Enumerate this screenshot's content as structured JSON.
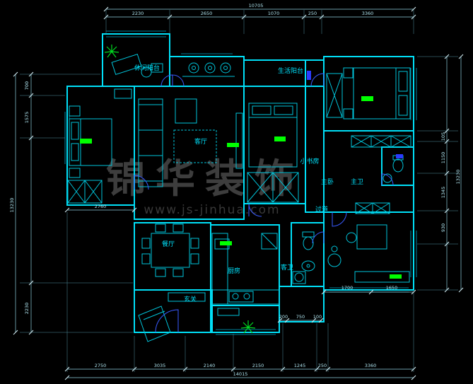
{
  "colors": {
    "background": "#000000",
    "walls": "#00e0f8",
    "furniture": "#00c4da",
    "dimension_lines": "#8fd0e0",
    "dimension_text": "#aee3ee",
    "room_labels": "#00e5ff",
    "highlight_green": "#00ff00",
    "door_blue": "#3a5bff",
    "watermark": "#3d3d3d"
  },
  "watermark": {
    "title": "锦华装饰",
    "url": "www.js-jinhua.com"
  },
  "rooms": {
    "leisure_balcony": "休闲阳台",
    "life_balcony": "生活阳台",
    "living": "客厅",
    "study": "小书房",
    "master_bedroom": "主卧",
    "master_bath": "主卫",
    "hallway": "过道",
    "dining": "餐厅",
    "kitchen": "厨房",
    "guest_bath": "客卫",
    "entry": "玄关"
  },
  "dims": {
    "top_total": "10705",
    "top": [
      "2230",
      "2650",
      "1070",
      "250",
      "3360"
    ],
    "bottom": [
      "2750",
      "3035",
      "2140",
      "2150",
      "1245",
      "250",
      "3360"
    ],
    "bottom_total": "14015",
    "left": [
      "700",
      "1575",
      "2230"
    ],
    "left_total": "13230",
    "right": [
      "105",
      "1150",
      "1345",
      "930"
    ],
    "right_total": "13230",
    "interior": [
      "2760",
      "1700",
      "1650",
      "200",
      "750",
      "100"
    ]
  }
}
